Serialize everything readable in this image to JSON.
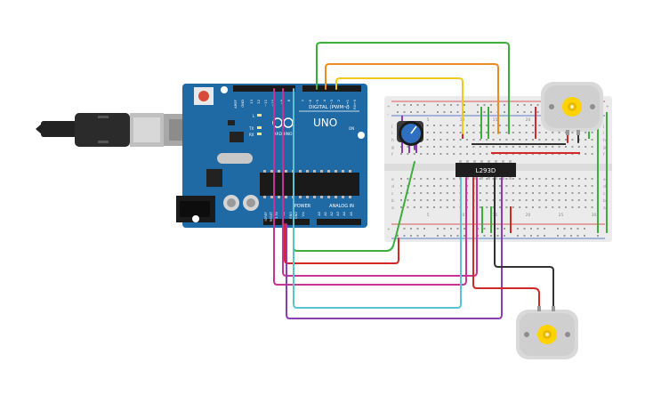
{
  "arduino": {
    "brand": "ARDUINO",
    "model": "UNO",
    "digital_label": "DIGITAL (PWM~)",
    "power_label": "POWER",
    "analog_label": "ANALOG IN",
    "on_label": "ON",
    "led_l": "L",
    "led_tx": "TX",
    "led_rx": "RX",
    "top_pins": [
      "AREF",
      "GND",
      "13",
      "12",
      "~11",
      "~10",
      "~9",
      "8",
      "7",
      "~6",
      "~5",
      "4",
      "~3",
      "2",
      "TX→1",
      "RX←0"
    ],
    "bottom_pins": [
      "IOREF",
      "RESET",
      "3.3V",
      "5V",
      "GND",
      "GND",
      "Vin",
      "A0",
      "A1",
      "A2",
      "A3",
      "A4",
      "A5"
    ]
  },
  "driver_ic": {
    "label": "L293D"
  },
  "breadboard": {
    "rail_plus": "+",
    "rail_minus": "-",
    "row_letters_top": [
      "j",
      "i",
      "h",
      "g",
      "f"
    ],
    "row_letters_bottom": [
      "e",
      "d",
      "c",
      "b",
      "a"
    ],
    "column_numbers": [
      "1",
      "5",
      "10",
      "15",
      "20",
      "25",
      "30"
    ]
  },
  "colors": {
    "arduino_board": "#1f6aa5",
    "breadboard": "#ebebeb",
    "wire_green": "#3cae3c",
    "wire_orange": "#f08c1e",
    "wire_yellow": "#f0c81e",
    "wire_red": "#d22828",
    "wire_magenta": "#c83296",
    "wire_cyan": "#5ac3d2",
    "wire_purple": "#8c3cb4",
    "wire_black": "#323232",
    "motor_gear": "#ffd200"
  },
  "icons": [
    "usb-cable-icon",
    "potentiometer-icon",
    "dc-motor-icon",
    "gear-icon"
  ]
}
